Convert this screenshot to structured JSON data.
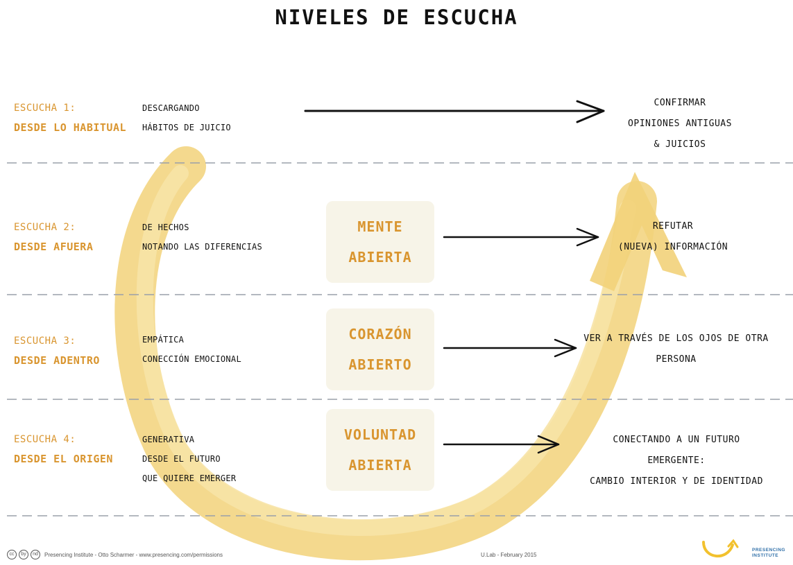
{
  "title": "NIVELES DE ESCUCHA",
  "levels": [
    {
      "label1": "ESCUCHA 1:",
      "label2": "DESDE LO HABITUAL",
      "desc": [
        "DESCARGANDO",
        "HÁBITOS DE JUICIO"
      ],
      "outcome": [
        "CONFIRMAR",
        "OPINIONES ANTIGUAS",
        "& JUICIOS"
      ]
    },
    {
      "label1": "ESCUCHA 2:",
      "label2": "DESDE AFUERA",
      "desc": [
        "DE HECHOS",
        "NOTANDO LAS DIFERENCIAS"
      ],
      "box": [
        "MENTE",
        "ABIERTA"
      ],
      "outcome": [
        "REFUTAR",
        "(NUEVA) INFORMACIÓN"
      ]
    },
    {
      "label1": "ESCUCHA 3:",
      "label2": "DESDE ADENTRO",
      "desc": [
        "EMPÁTICA",
        "CONECCIÓN EMOCIONAL"
      ],
      "box": [
        "CORAZÓN",
        "ABIERTO"
      ],
      "outcome": [
        "VER A TRAVÉS DE LOS OJOS DE OTRA",
        "PERSONA"
      ]
    },
    {
      "label1": "ESCUCHA 4:",
      "label2": "DESDE EL ORIGEN",
      "desc": [
        "GENERATIVA",
        "DESDE EL FUTURO",
        "QUE QUIERE EMERGER"
      ],
      "box": [
        "VOLUNTAD",
        "ABIERTA"
      ],
      "outcome": [
        "CONECTANDO A UN FUTURO",
        "EMERGENTE:",
        "CAMBIO INTERIOR Y DE IDENTIDAD"
      ]
    }
  ],
  "footer": {
    "credit": "Presencing Institute - Otto Scharmer - www.presencing.com/permissions",
    "date": "U.Lab - February 2015",
    "logo_line1": "PRESENCING",
    "logo_line2": "INSTITUTE",
    "cc_icons": [
      "cc",
      "by",
      "nd"
    ]
  },
  "colors": {
    "accent": "#d9952f",
    "arc": "#f2d27a",
    "dashes": "#9aa0aa",
    "text": "#111111",
    "logo": "#2f6fa8"
  }
}
